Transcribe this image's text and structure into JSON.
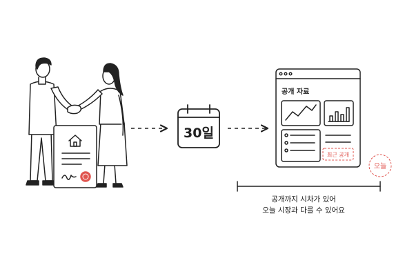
{
  "calendar": {
    "day_label": "30일"
  },
  "dashboard": {
    "title": "공개 자료",
    "recent_badge": "최근 공개"
  },
  "today": {
    "label": "오늘"
  },
  "caption": {
    "line1": "공개까지 시차가 있어",
    "line2": "오늘 시장과 다를 수 있어요"
  },
  "colors": {
    "ink": "#222222",
    "accent": "#e0554f",
    "accent_soft": "#f2a09b"
  }
}
